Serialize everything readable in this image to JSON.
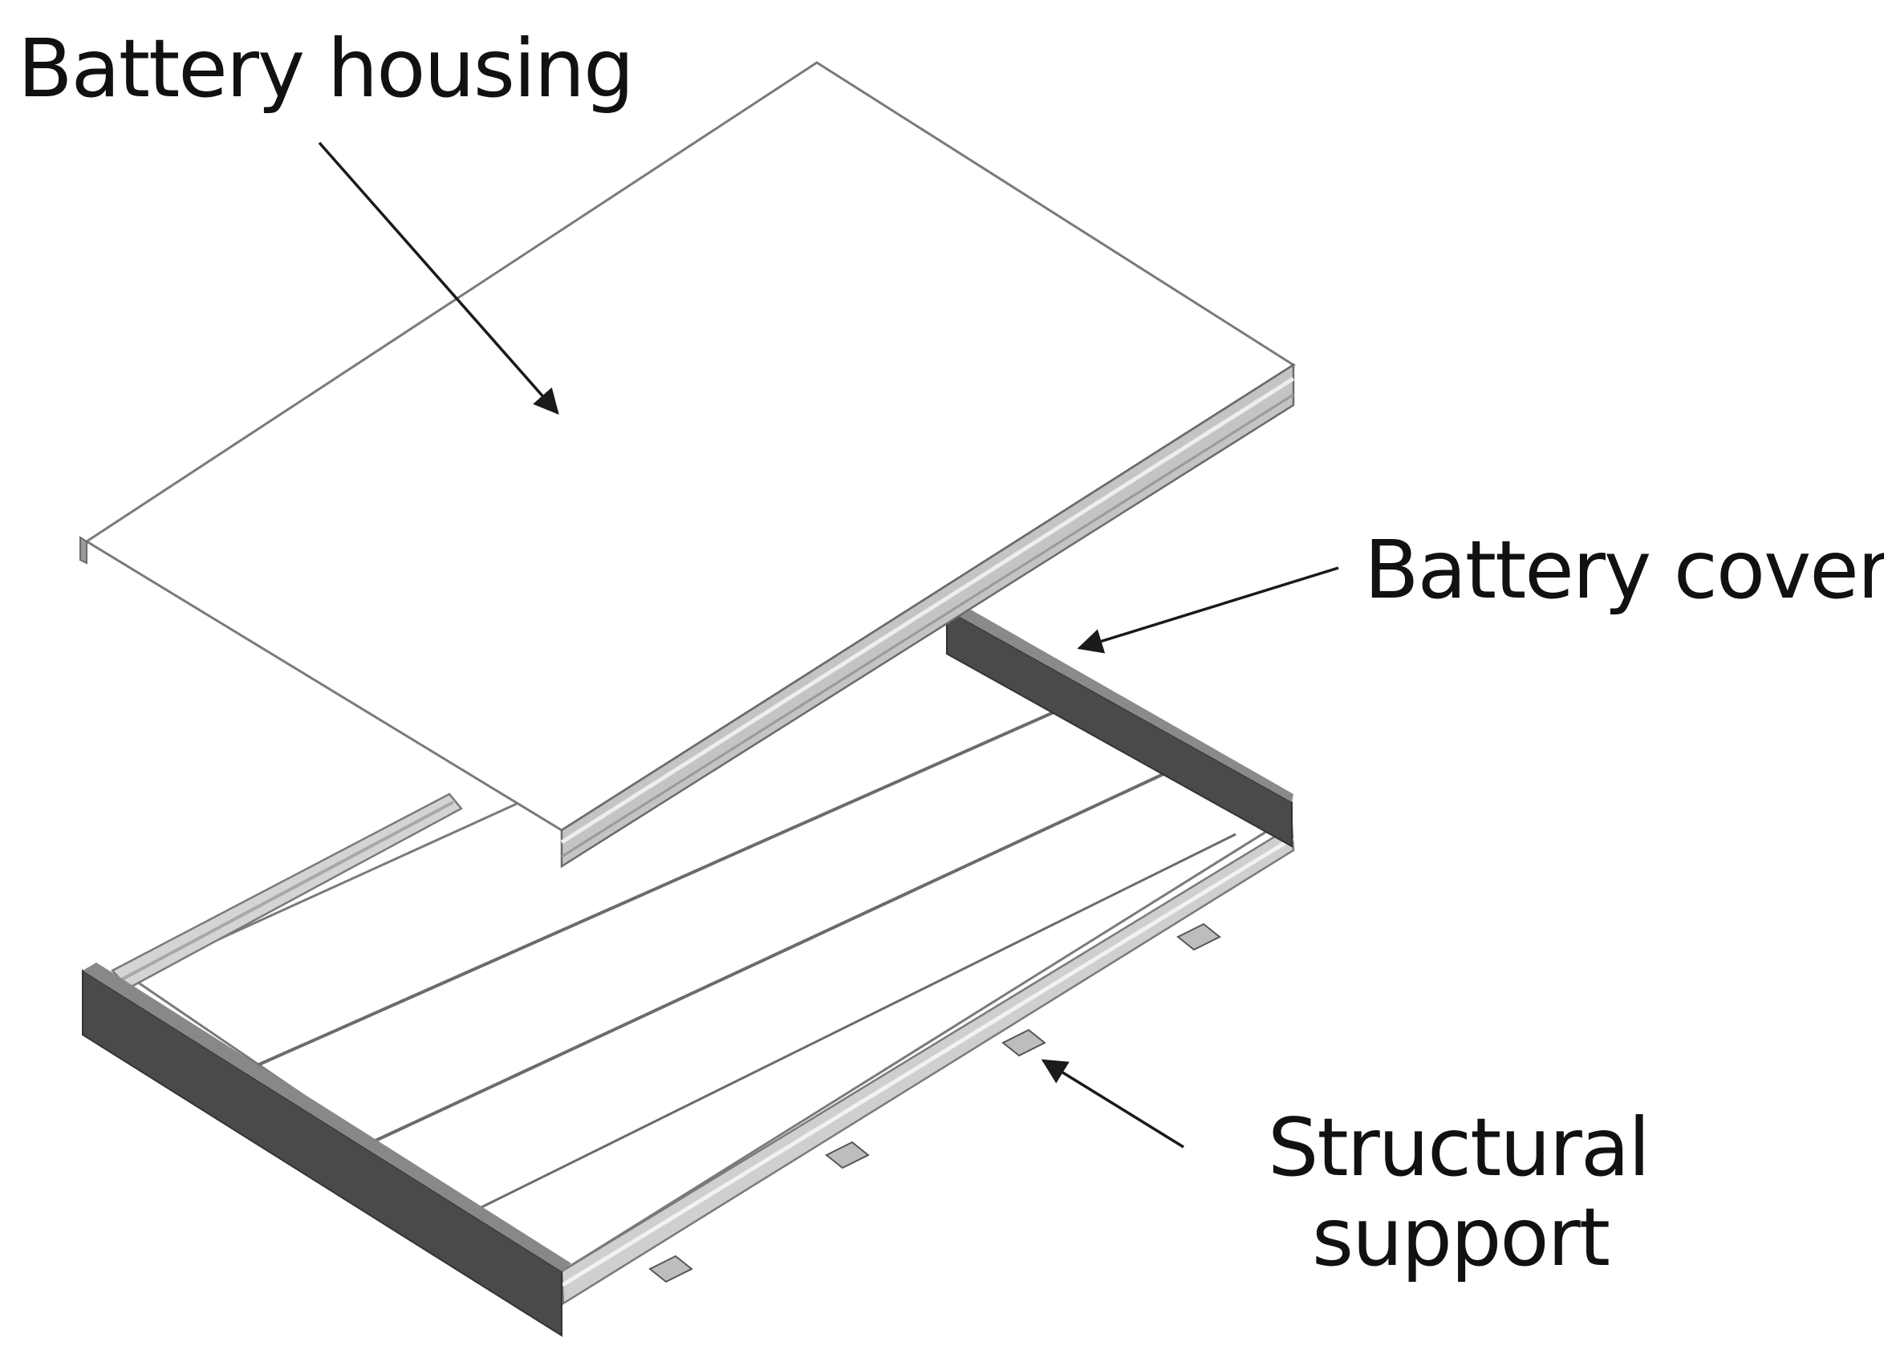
{
  "labels": {
    "battery_housing": "Battery housing",
    "battery_cover": "Battery cover",
    "structural_support_line1": "Structural",
    "structural_support_line2": "support"
  },
  "colors": {
    "background": "#ffffff",
    "outline": "#6b6b6b",
    "panel_face": "#ffffff",
    "rail_light": "#d9d9d9",
    "rail_mid": "#b8b8b8",
    "end_wall_dark": "#4a4a4a",
    "leader_line": "#1a1a1a",
    "label_text": "#111111"
  }
}
